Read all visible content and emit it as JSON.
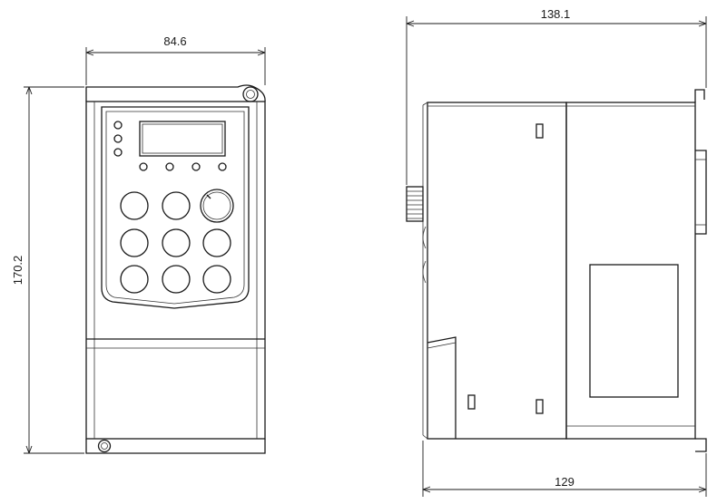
{
  "dimensions": {
    "front_width": "84.6",
    "height": "170.2",
    "side_depth": "138.1",
    "side_body_depth": "129"
  },
  "colors": {
    "line": "#1a1a1a",
    "background": "#ffffff"
  }
}
